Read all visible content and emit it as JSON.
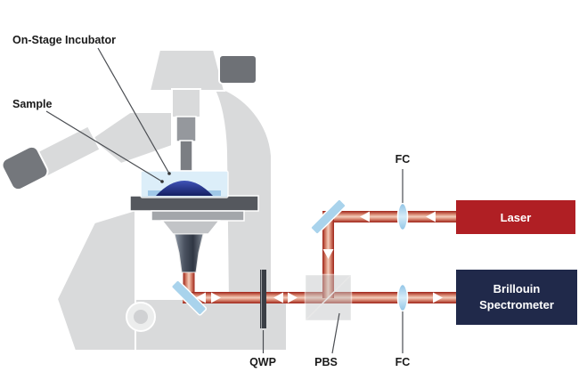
{
  "figure": {
    "labels": {
      "incubator": "On-Stage Incubator",
      "sample": "Sample",
      "fc_top": "FC",
      "fc_bottom": "FC",
      "qwp": "QWP",
      "pbs": "PBS",
      "laser": "Laser",
      "spectrometer_line1": "Brillouin",
      "spectrometer_line2": "Spectrometer"
    },
    "colors": {
      "laser_box": "#b01f24",
      "spectrometer_box": "#20294a",
      "beam_dark": "#9e2318",
      "beam_light": "#f3cdbc",
      "optic_blue": "#a9d3ec",
      "microscope_body": "#d9dadb",
      "stage_gray": "#55585e",
      "sample_blue": "#2b3a9a",
      "label_text": "#1a1a1a",
      "box_text": "#ffffff"
    }
  }
}
